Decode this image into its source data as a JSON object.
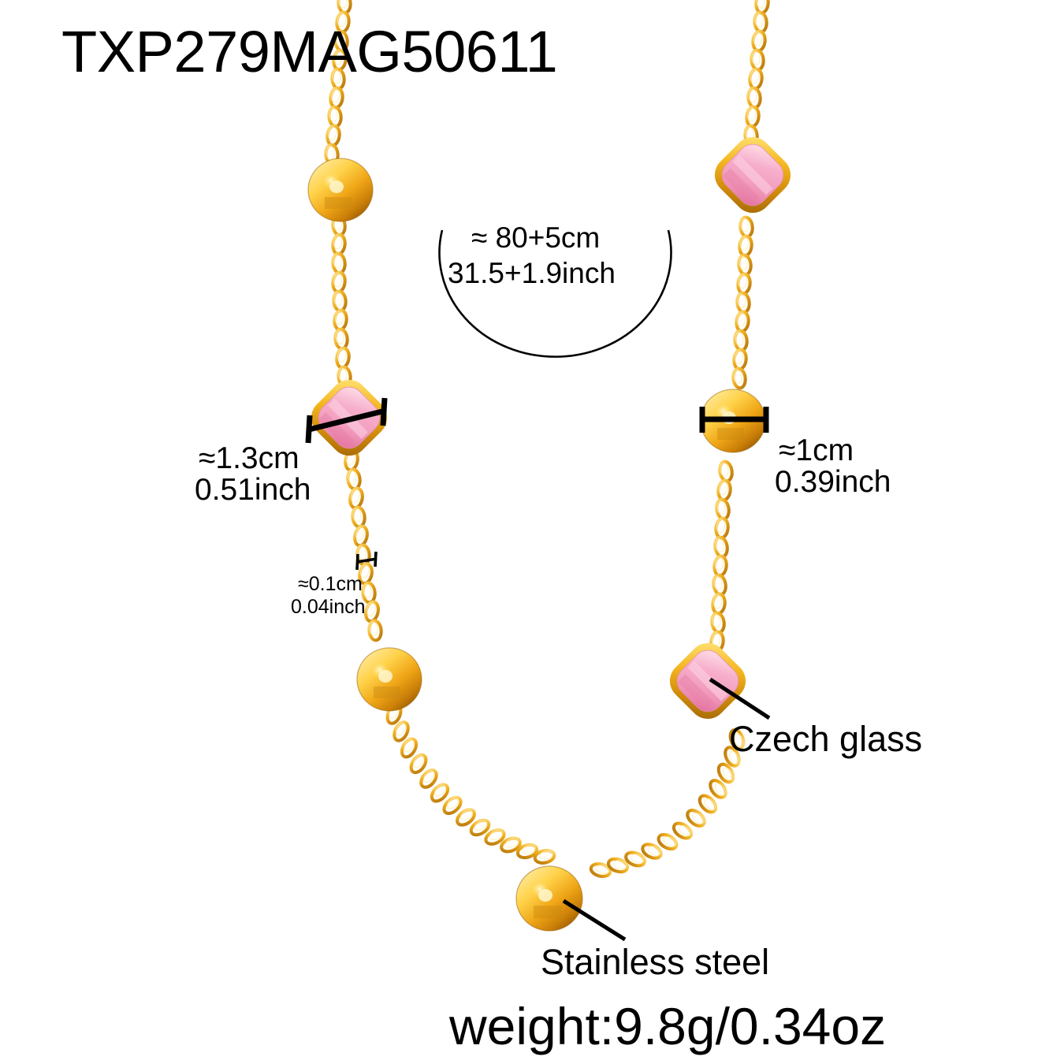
{
  "product": {
    "sku": "TXP279MAG50611",
    "weight": "weight:9.8g/0.34oz"
  },
  "length_callout": {
    "line1": "≈ 80+5cm",
    "line2": "31.5+1.9inch"
  },
  "measurements": [
    {
      "id": "glass-bead-size",
      "metric": "≈1.3cm",
      "imperial": "0.51inch"
    },
    {
      "id": "steel-bead-size",
      "metric": "≈1cm",
      "imperial": "0.39inch"
    },
    {
      "id": "chain-width",
      "metric": "≈0.1cm",
      "imperial": "0.04inch"
    }
  ],
  "material_labels": {
    "glass": "Czech glass",
    "metal": "Stainless steel"
  },
  "colors": {
    "gold_light": "#FFD75E",
    "gold_mid": "#E8A81C",
    "gold_dark": "#B9770A",
    "gold_deep": "#8A5406",
    "glass_pink_light": "#FBC7D8",
    "glass_pink_mid": "#F09CBE",
    "glass_pink_deep": "#E07FA8",
    "outline": "#000000",
    "background": "#FFFFFF"
  },
  "icons": {
    "gold_bead": "sphere-bead-icon",
    "glass_bead": "cushion-gem-icon",
    "chain": "cable-chain-icon",
    "caliper": "measure-bar-icon",
    "leader": "leader-line-icon",
    "length_arc": "length-arc-icon"
  }
}
